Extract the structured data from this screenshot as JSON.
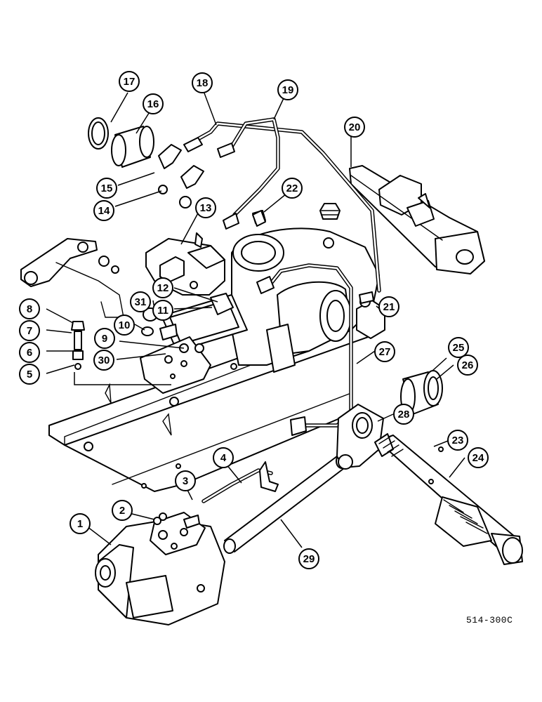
{
  "figure": {
    "reference_code": "514-300C"
  },
  "callouts": [
    {
      "n": "1",
      "label": "1"
    },
    {
      "n": "2",
      "label": "2"
    },
    {
      "n": "3",
      "label": "3"
    },
    {
      "n": "4",
      "label": "4"
    },
    {
      "n": "5",
      "label": "5"
    },
    {
      "n": "6",
      "label": "6"
    },
    {
      "n": "7",
      "label": "7"
    },
    {
      "n": "8",
      "label": "8"
    },
    {
      "n": "9",
      "label": "9"
    },
    {
      "n": "10",
      "label": "10"
    },
    {
      "n": "11",
      "label": "11"
    },
    {
      "n": "12",
      "label": "12"
    },
    {
      "n": "13",
      "label": "13"
    },
    {
      "n": "14",
      "label": "14"
    },
    {
      "n": "15",
      "label": "15"
    },
    {
      "n": "16",
      "label": "16"
    },
    {
      "n": "17",
      "label": "17"
    },
    {
      "n": "18",
      "label": "18"
    },
    {
      "n": "19",
      "label": "19"
    },
    {
      "n": "20",
      "label": "20"
    },
    {
      "n": "21",
      "label": "21"
    },
    {
      "n": "22",
      "label": "22"
    },
    {
      "n": "23",
      "label": "23"
    },
    {
      "n": "24",
      "label": "24"
    },
    {
      "n": "25",
      "label": "25"
    },
    {
      "n": "26",
      "label": "26"
    },
    {
      "n": "27",
      "label": "27"
    },
    {
      "n": "28",
      "label": "28"
    },
    {
      "n": "29",
      "label": "29"
    },
    {
      "n": "30",
      "label": "30"
    },
    {
      "n": "31",
      "label": "31"
    }
  ]
}
